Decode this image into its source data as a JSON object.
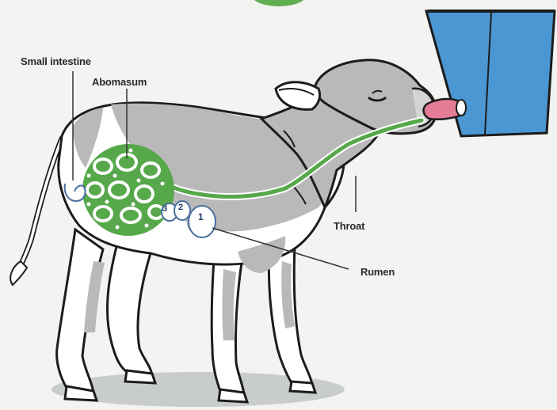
{
  "labels": {
    "small_intestine": "Small intestine",
    "abomasum": "Abomasum",
    "throat": "Throat",
    "rumen": "Rumen"
  },
  "stomach_numbers": {
    "three": "3",
    "two": "2",
    "one": "1"
  },
  "colors": {
    "background": "#f3f3f1",
    "calf_gray": "#b9b9b9",
    "outline": "#1c1c1c",
    "digestive_green": "#56a84a",
    "bucket_blue": "#4b97d4",
    "teat_pink": "#e57c96"
  },
  "icons": [
    "calf-illustration",
    "milk-bucket-icon",
    "teat-icon"
  ]
}
